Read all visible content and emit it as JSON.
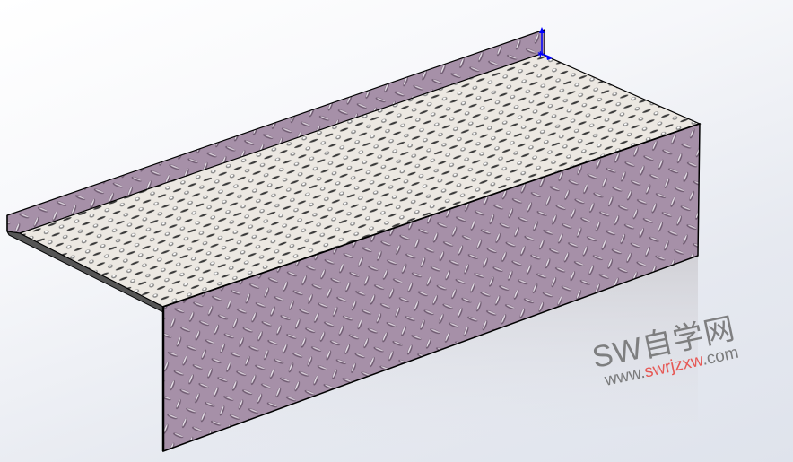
{
  "app": {
    "type": "CAD 3D viewport",
    "view": "isometric sheet metal part"
  },
  "model": {
    "description": "Bent checker/diamond plate sheet metal step",
    "faces": {
      "back_flange": {
        "color": "#a48fa6"
      },
      "top_plate": {
        "color": "#e9e5e0"
      },
      "front_face": {
        "color": "#a48fa6"
      }
    },
    "edge_color": "#000000"
  },
  "triad": {
    "x_color": "#0000ff",
    "y_color": "#0000ff"
  },
  "watermark": {
    "main_prefix": "SW",
    "main_cjk": "自学网",
    "url_prefix": "www.",
    "url_highlight": "swrjzxw",
    "url_suffix": ".com",
    "highlight_color": "#e8413c"
  }
}
